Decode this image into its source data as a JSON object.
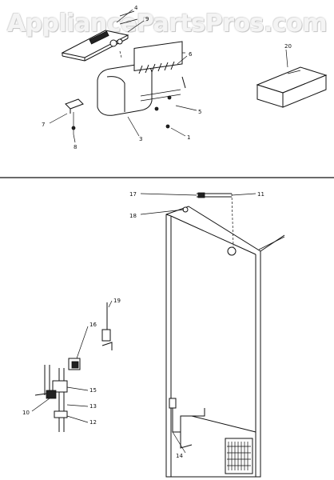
{
  "watermark": "AppliancePartsPros.com",
  "callouts": {
    "c1": "1",
    "c3": "3",
    "c4": "4",
    "c5": "5",
    "c6": "6",
    "c7": "7",
    "c8": "8",
    "c9": "9",
    "c20": "20",
    "c17": "17",
    "c11": "11",
    "c18": "18",
    "c19": "19",
    "c16": "16",
    "c15": "15",
    "c10": "10",
    "c13": "13",
    "c12": "12",
    "c14": "14"
  }
}
